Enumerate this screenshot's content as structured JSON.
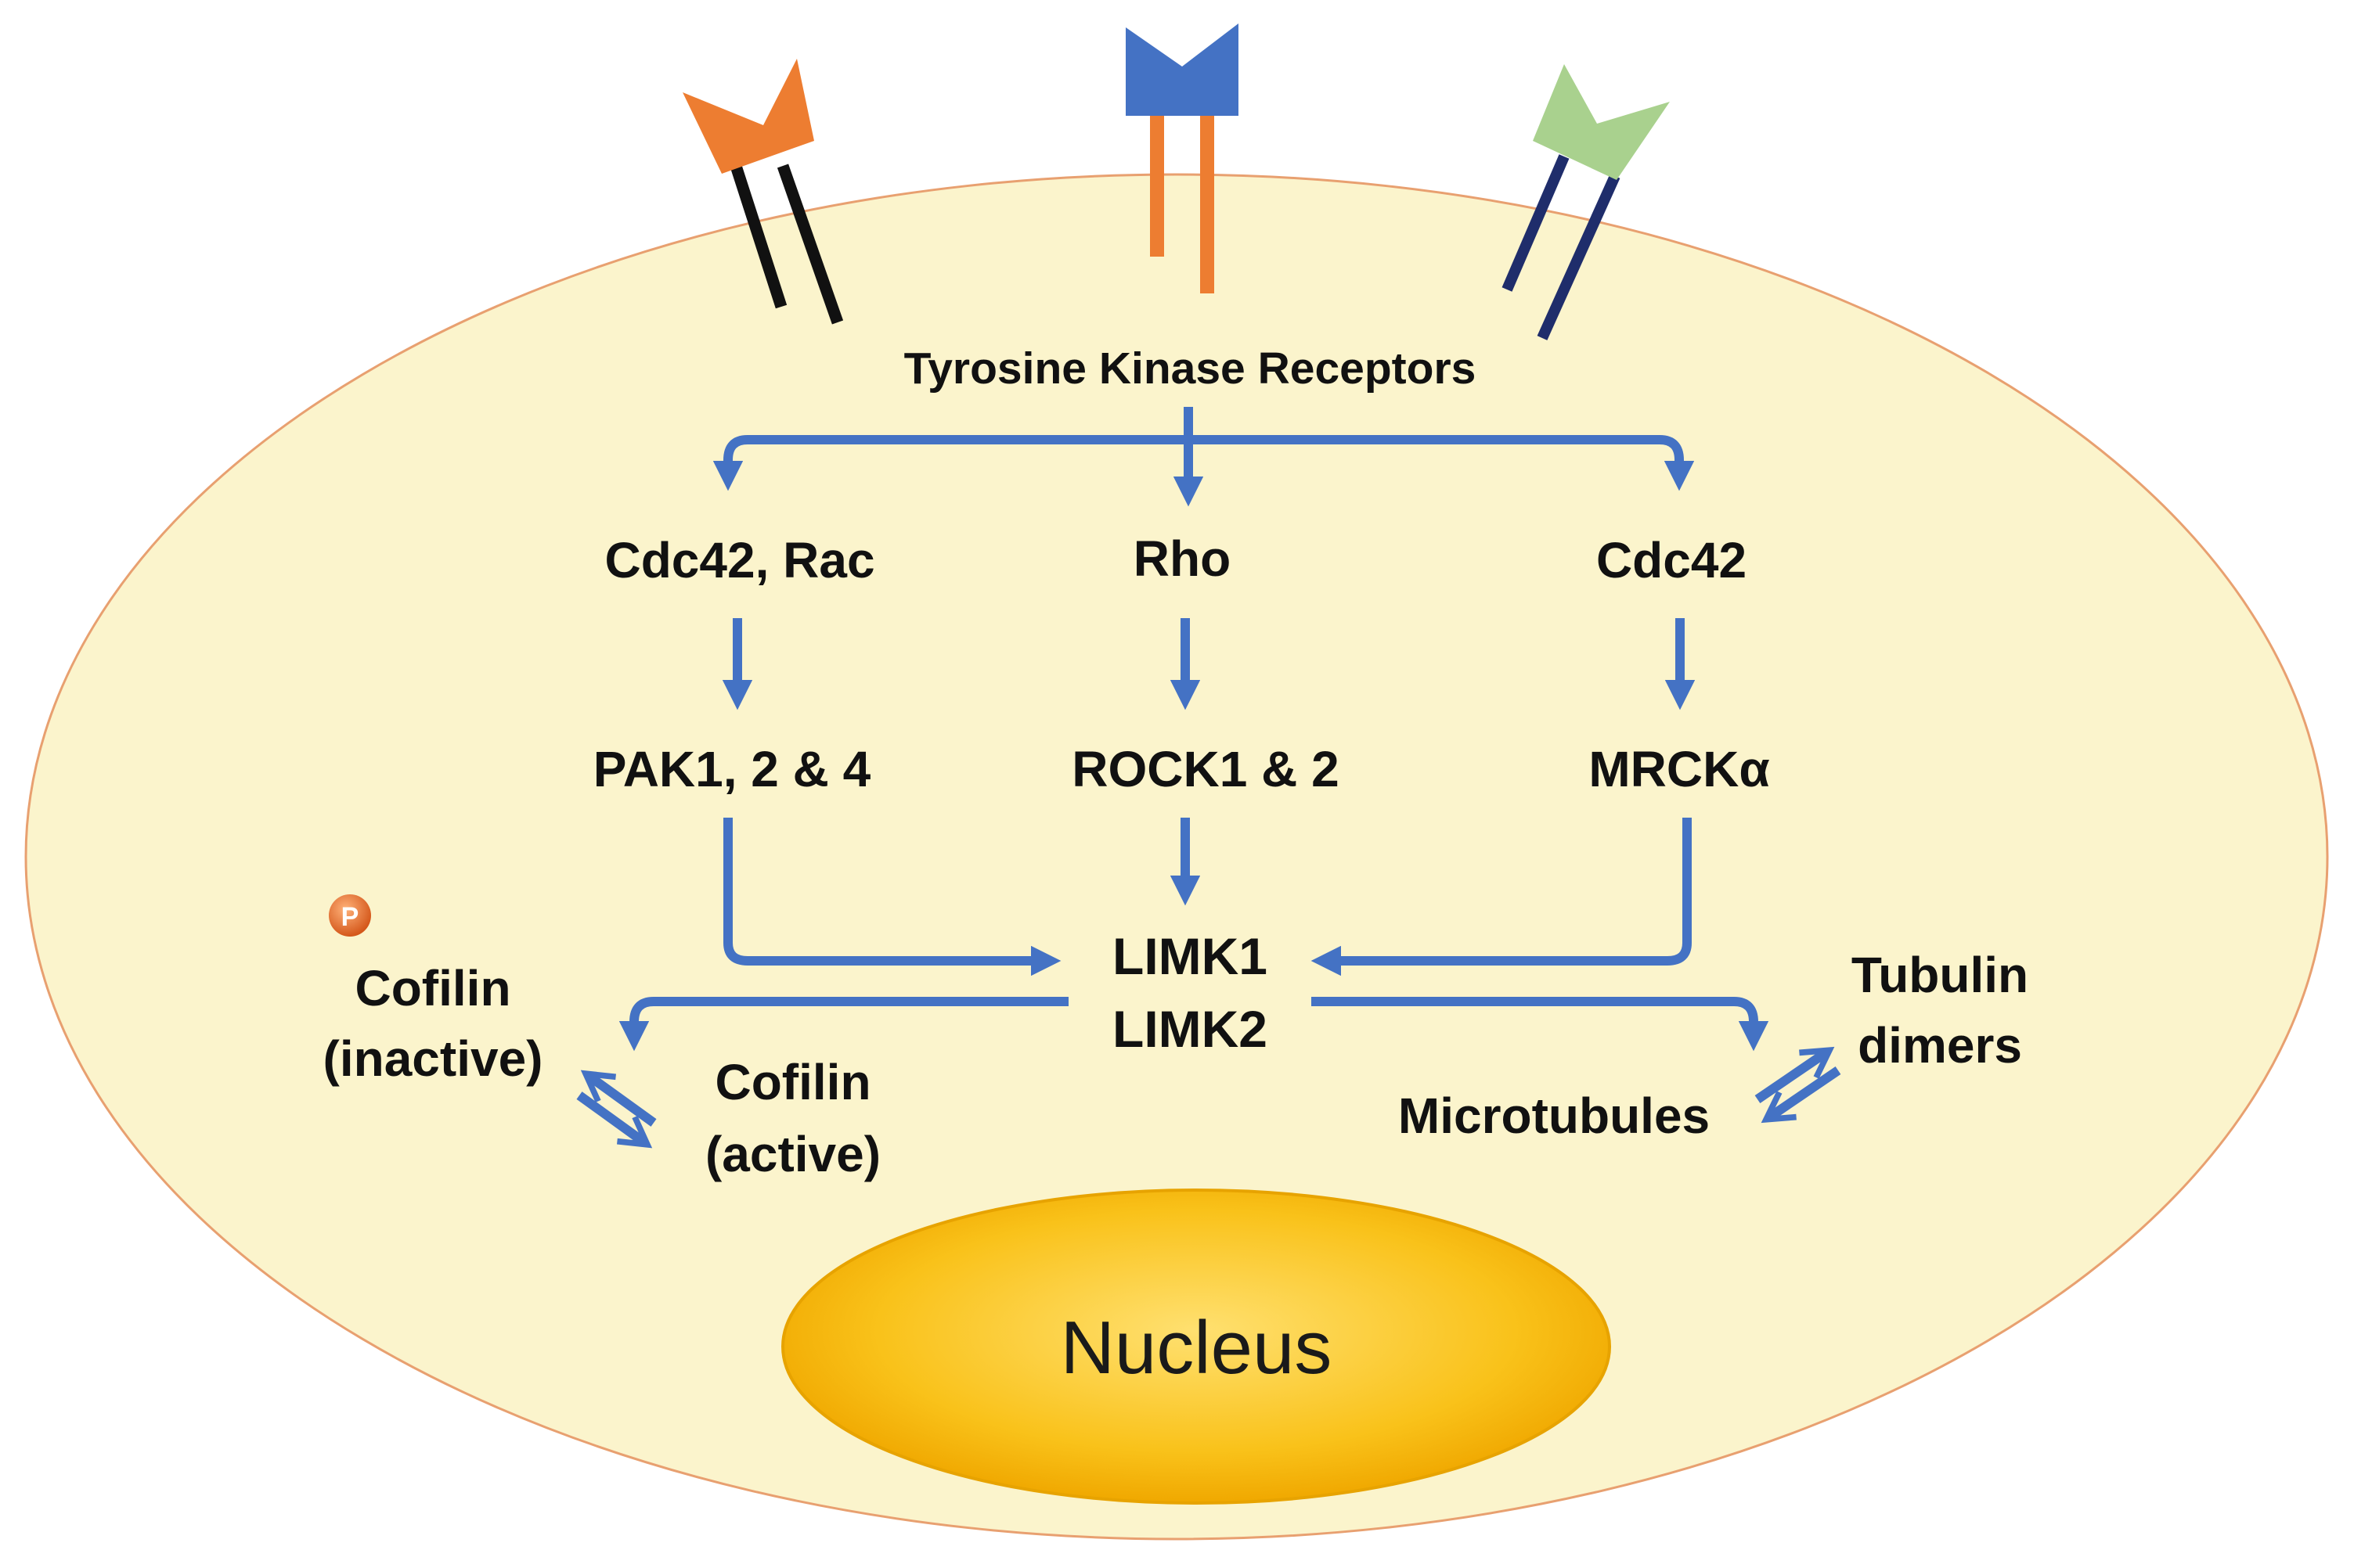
{
  "labels": {
    "receptors": "Tyrosine Kinase Receptors",
    "cdc42_rac": "Cdc42, Rac",
    "rho": "Rho",
    "cdc42": "Cdc42",
    "pak": "PAK1, 2 & 4",
    "rock": "ROCK1 & 2",
    "mrck": "MRCKα",
    "limk1": "LIMK1",
    "limk2": "LIMK2",
    "cofilin_inactive_1": "Cofilin",
    "cofilin_inactive_2": "(inactive)",
    "cofilin_active_1": "Cofilin",
    "cofilin_active_2": "(active)",
    "tubulin_1": "Tubulin",
    "tubulin_2": "dimers",
    "microtubules": "Microtubules",
    "phospho": "P",
    "nucleus": "Nucleus"
  },
  "colors": {
    "cell_fill": "#fbf4cc",
    "cell_stroke": "#e8a070",
    "arrow": "#4472c4",
    "receptor_orange": "#ed7d31",
    "receptor_blue": "#4472c4",
    "receptor_green": "#a9d18e",
    "stem_black": "#111111",
    "stem_navy": "#1f2d6b",
    "nucleus_inner": "#ffd33a",
    "nucleus_outer": "#f0a800"
  }
}
